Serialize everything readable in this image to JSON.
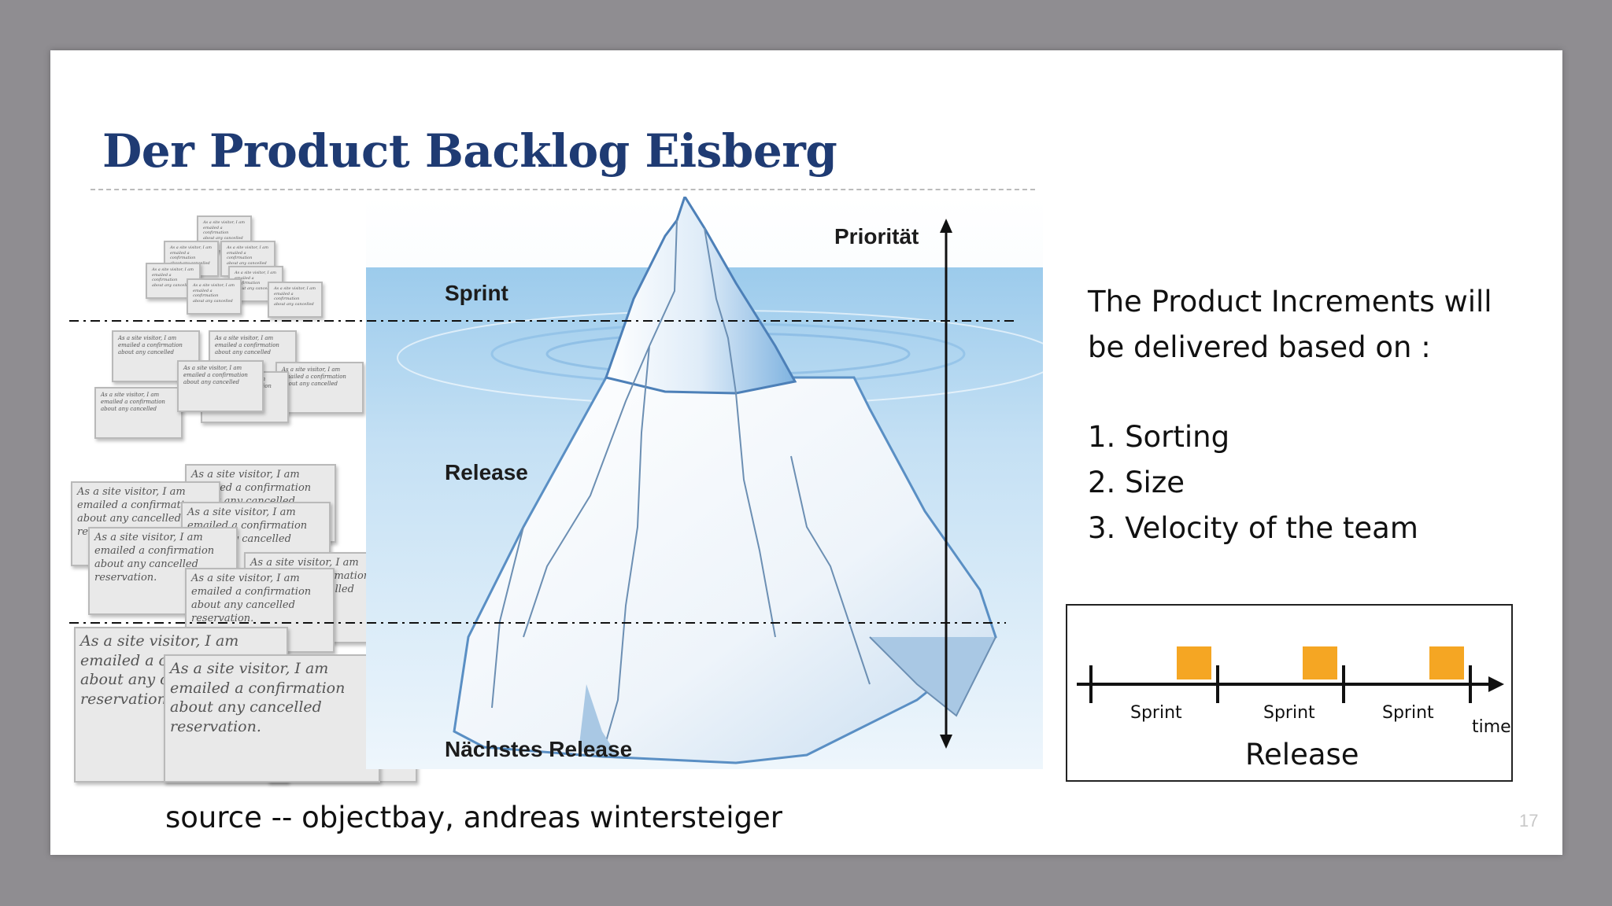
{
  "slide": {
    "title": "Der Product Backlog Eisberg",
    "page_number": "17",
    "source": "source -- objectbay, andreas wintersteiger"
  },
  "iceberg": {
    "priority_label": "Priorität",
    "levels": [
      "Sprint",
      "Release",
      "Nächstes Release"
    ],
    "card_text": [
      "As a site visitor, I am",
      "emailed a confirmation",
      "about any cancelled",
      "reservation."
    ]
  },
  "info": {
    "intro_line1": "The Product Increments will",
    "intro_line2": "be delivered based on :",
    "items": [
      "1. Sorting",
      "2. Size",
      "3. Velocity of the team"
    ]
  },
  "timeline": {
    "sprint_labels": [
      "Sprint",
      "Sprint",
      "Sprint"
    ],
    "time_label": "time",
    "release_label": "Release",
    "sprint_color": "#f5a623"
  },
  "colors": {
    "title": "#1f3b73",
    "water": "#bcd9f0",
    "background": "#8f8d91"
  }
}
